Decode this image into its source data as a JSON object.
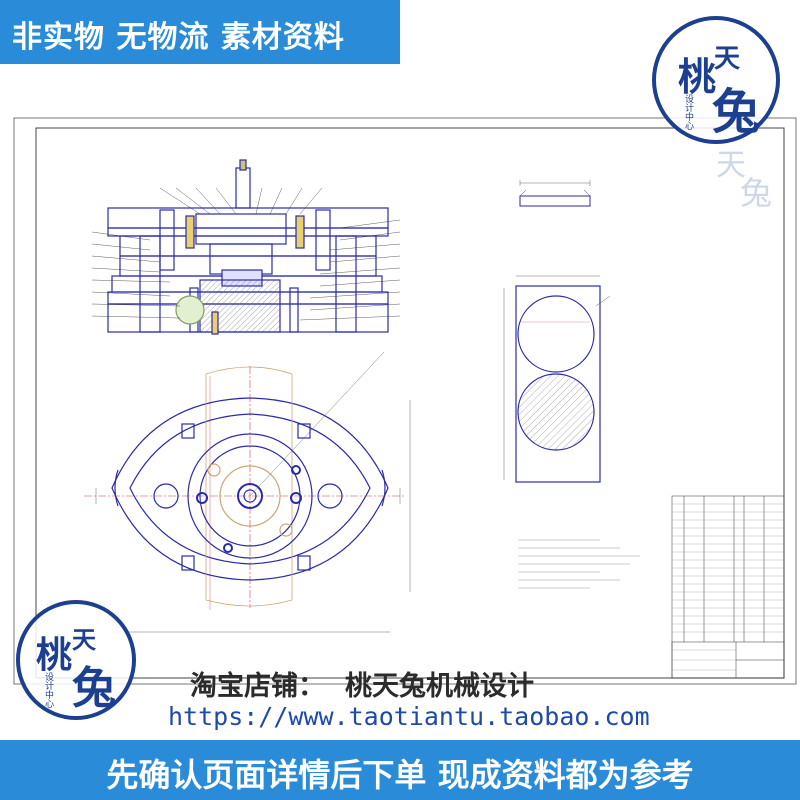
{
  "top_banner": {
    "text": "非实物 无物流 素材资料"
  },
  "logo": {
    "char_1": "桃",
    "char_2": "天",
    "char_3": "兔",
    "subtitle": "设计中心"
  },
  "watermark": {
    "char_1": "天",
    "char_2": "兔"
  },
  "shop": {
    "label": "淘宝店铺：",
    "name": "桃天兔机械设计",
    "url": "https://www.taotiantu.taobao.com"
  },
  "bottom_banner": {
    "text": "先确认页面详情后下单 现成资料都为参考"
  },
  "colors": {
    "banner": "#2a8bd8",
    "logo": "#1c3f8f",
    "drawing_line": "#2b2ba8",
    "center_line": "#d04040"
  }
}
